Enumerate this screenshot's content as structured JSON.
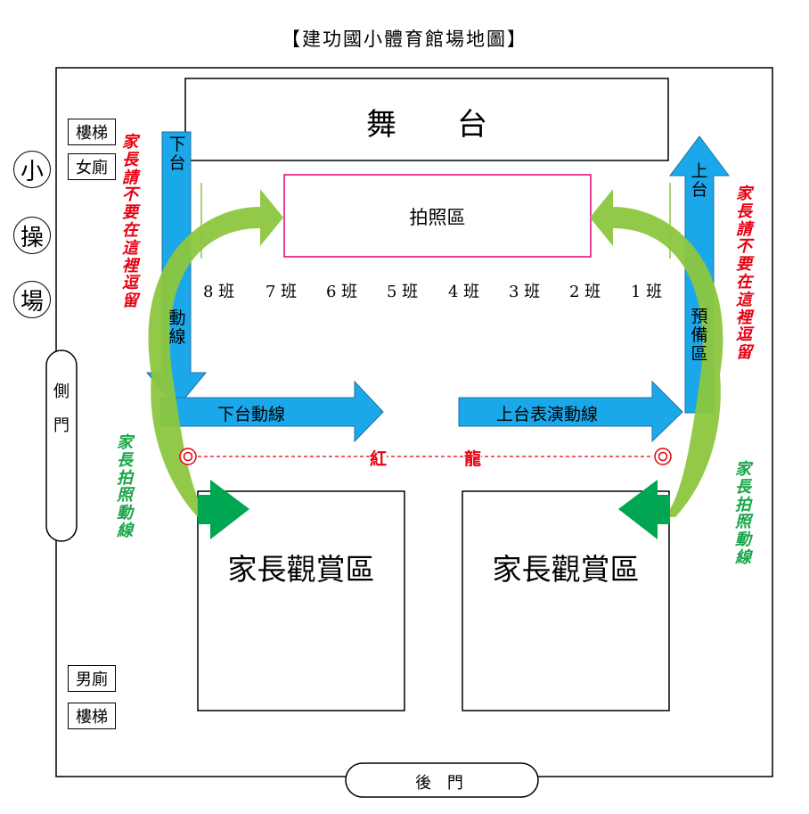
{
  "title": "【建功國小體育館場地圖】",
  "stage": "舞　　台",
  "photo_area": "拍照區",
  "classes": [
    "8 班",
    "7 班",
    "6 班",
    "5 班",
    "4 班",
    "3 班",
    "2 班",
    "1 班"
  ],
  "left_arrow_down": [
    "下",
    "台"
  ],
  "left_route": [
    "動",
    "線"
  ],
  "right_arrow_up": [
    "上",
    "台"
  ],
  "prep_area": [
    "預",
    "備",
    "區"
  ],
  "exit_route": "下台動線",
  "perform_route": "上台表演動線",
  "red_dragon": [
    "紅",
    "龍"
  ],
  "parents_area_left": "家長觀賞區",
  "parents_area_right": "家長觀賞區",
  "stairs_top": "樓梯",
  "womens_restroom": "女廁",
  "mens_restroom": "男廁",
  "stairs_bottom": "樓梯",
  "playground": [
    "小",
    "操",
    "場"
  ],
  "side_door": [
    "側",
    "門"
  ],
  "back_door": "後 門",
  "no_staying_note": [
    "家",
    "長",
    "請",
    "不",
    "要",
    "在",
    "這",
    "裡",
    "逗",
    "留"
  ],
  "photo_route_note": [
    "家",
    "長",
    "拍",
    "照",
    "動",
    "線"
  ],
  "colors": {
    "blue_arrow": "#1ba8ea",
    "green_arrow": "#8dc63f",
    "dark_green_arrow": "#00a651",
    "red": "#e60012",
    "photo_box": "#e2007a"
  }
}
